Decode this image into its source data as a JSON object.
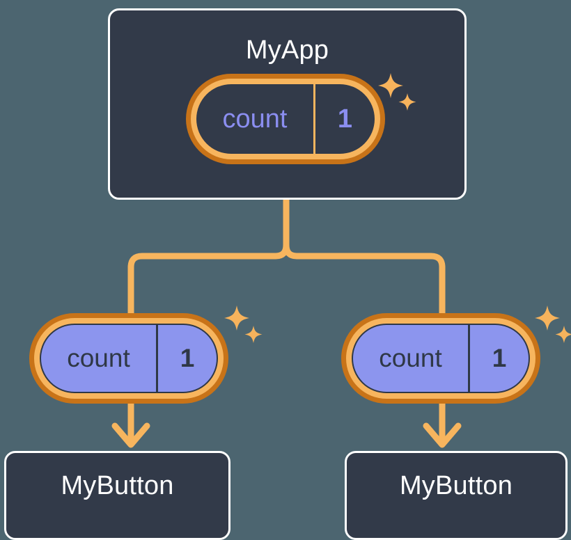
{
  "theme": {
    "background": "#4c6570",
    "card_fill": "#323a49",
    "card_border": "#ffffff",
    "pill_outer_ring": "#c87318",
    "pill_inner_ring": "#f7b55e",
    "pill_child_fill": "#8c95ee",
    "accent_orange": "#f7b55e",
    "state_text_purple": "#8b8ef0",
    "dark_text": "#2f3846",
    "title_text": "#ffffff"
  },
  "diagram": {
    "type": "component-state-tree",
    "root": {
      "title": "MyApp",
      "state": {
        "key": "count",
        "value": "1"
      },
      "sparkle_icon": "sparkles-icon"
    },
    "children": [
      {
        "id": "left",
        "state": {
          "key": "count",
          "value": "1"
        },
        "sparkle_icon": "sparkles-icon",
        "component": {
          "title": "MyButton"
        },
        "arrow_icon": "arrow-down-icon"
      },
      {
        "id": "right",
        "state": {
          "key": "count",
          "value": "1"
        },
        "sparkle_icon": "sparkles-icon",
        "component": {
          "title": "MyButton"
        },
        "arrow_icon": "arrow-down-icon"
      }
    ],
    "connector_icon": "branch-connector-icon"
  }
}
